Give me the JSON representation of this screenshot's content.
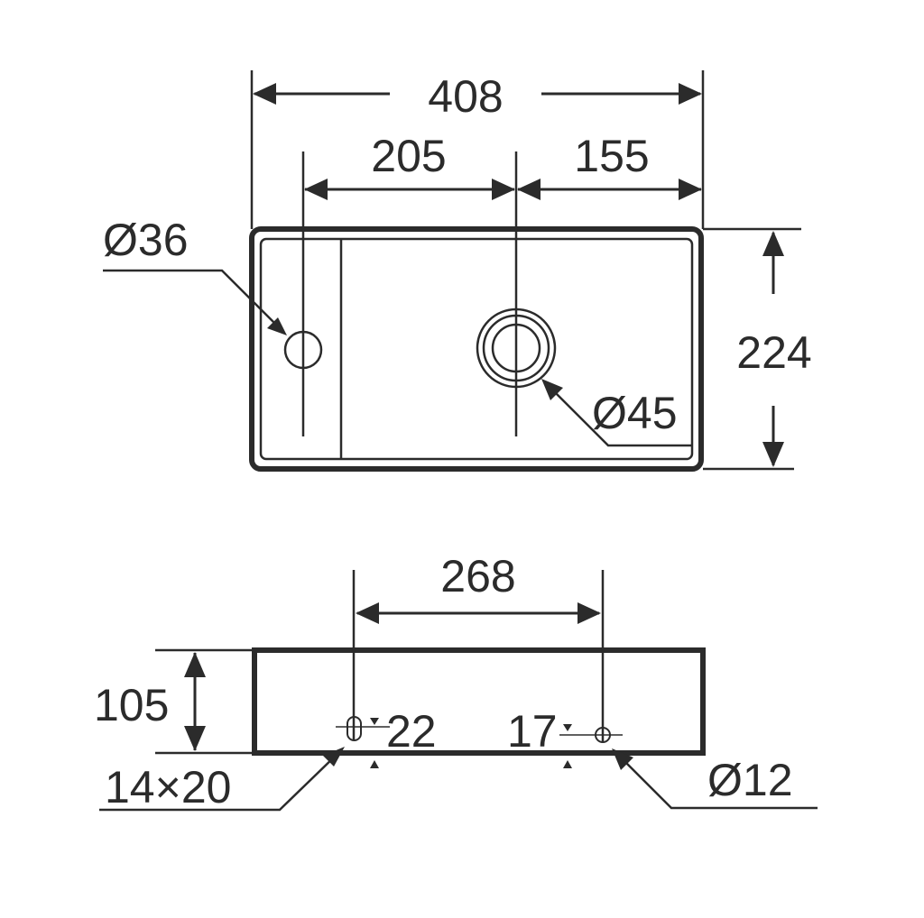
{
  "top_view": {
    "overall_width": "408",
    "left_hole_to_drain": "205",
    "drain_to_right_edge": "155",
    "depth": "224",
    "tap_hole_diameter": "Ø36",
    "drain_diameter": "Ø45"
  },
  "side_view": {
    "bracket_spacing": "268",
    "height": "105",
    "slot_offset": "22",
    "hole_offset": "17",
    "slot_size": "14×20",
    "hole_diameter": "Ø12"
  }
}
